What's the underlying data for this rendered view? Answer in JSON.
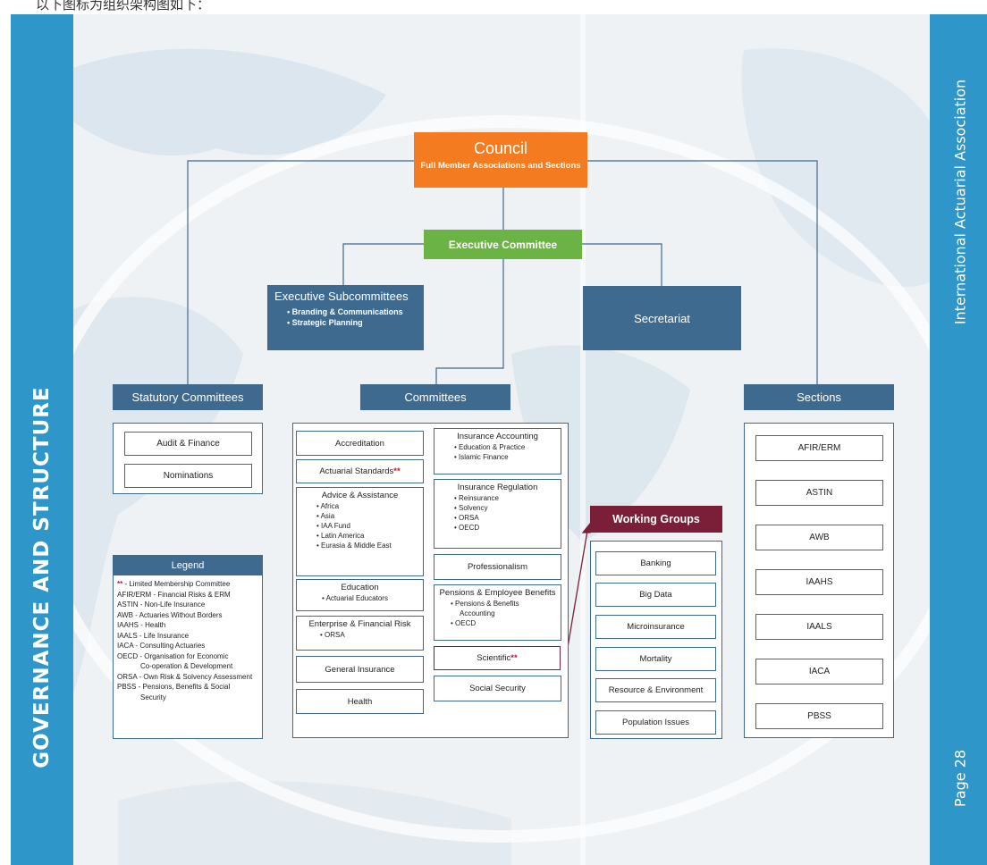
{
  "caption": "以下图标为组织架构图如下：",
  "sidebar_left_title": "GOVERNANCE AND STRUCTURE",
  "sidebar_right_title": "International Actuarial Association",
  "page_label": "Page 28",
  "colors": {
    "band_blue": "#2e96c8",
    "box_navy": "#3e6a8f",
    "council_orange": "#f47b20",
    "exec_green": "#6bb344",
    "working_group_maroon": "#7b1f38",
    "star_red": "#b5172e"
  },
  "council": {
    "title": "Council",
    "subtitle": "Full Member Associations and Sections"
  },
  "executive_committee": {
    "title": "Executive Committee"
  },
  "executive_subcommittees": {
    "title": "Executive Subcommittees",
    "items": [
      "Branding & Communications",
      "Strategic Planning"
    ]
  },
  "secretariat": {
    "title": "Secretariat"
  },
  "statutory_committees": {
    "title": "Statutory Committees",
    "items": [
      "Audit & Finance",
      "Nominations"
    ]
  },
  "committees": {
    "title": "Committees",
    "accreditation": "Accreditation",
    "actuarial_standards": "Actuarial Standards",
    "stars": "**",
    "advice": {
      "title": "Advice & Assistance",
      "items": [
        "Africa",
        "Asia",
        "IAA Fund",
        "Latin America",
        "Eurasia & Middle East"
      ]
    },
    "education": {
      "title": "Education",
      "items": [
        "Actuarial Educators"
      ]
    },
    "enterprise": {
      "title": "Enterprise & Financial Risk",
      "items": [
        "ORSA"
      ]
    },
    "general_insurance": "General Insurance",
    "health": "Health",
    "insurance_accounting": {
      "title": "Insurance Accounting",
      "items": [
        "Education & Practice",
        "Islamic Finance"
      ]
    },
    "insurance_regulation": {
      "title": "Insurance Regulation",
      "items": [
        "Reinsurance",
        "Solvency",
        "ORSA",
        "OECD"
      ]
    },
    "professionalism": "Professionalism",
    "pensions": {
      "title": "Pensions & Employee Benefits",
      "item1": "Pensions & Benefits",
      "item1_cont": "Accounting",
      "item2": "OECD"
    },
    "scientific": "Scientific",
    "social_security": "Social Security"
  },
  "working_groups": {
    "title": "Working Groups",
    "items": [
      "Banking",
      "Big Data",
      "Microinsurance",
      "Mortality",
      "Resource & Environment",
      "Population Issues"
    ]
  },
  "sections": {
    "title": "Sections",
    "items": [
      "AFIR/ERM",
      "ASTIN",
      "AWB",
      "IAAHS",
      "IAALS",
      "IACA",
      "PBSS"
    ]
  },
  "legend": {
    "title": "Legend",
    "stars": "**",
    "items": [
      " - Limited Membership Committee",
      "AFIR/ERM - Financial Risks & ERM",
      "ASTIN - Non-Life Insurance",
      "AWB - Actuaries Without Borders",
      "IAAHS - Health",
      "IAALS - Life Insurance",
      "IACA - Consulting Actuaries",
      "OECD - Organisation for Economic",
      "Co-operation & Development",
      "ORSA - Own Risk & Solvency Assessment",
      "PBSS - Pensions, Benefits & Social",
      "Security"
    ]
  }
}
